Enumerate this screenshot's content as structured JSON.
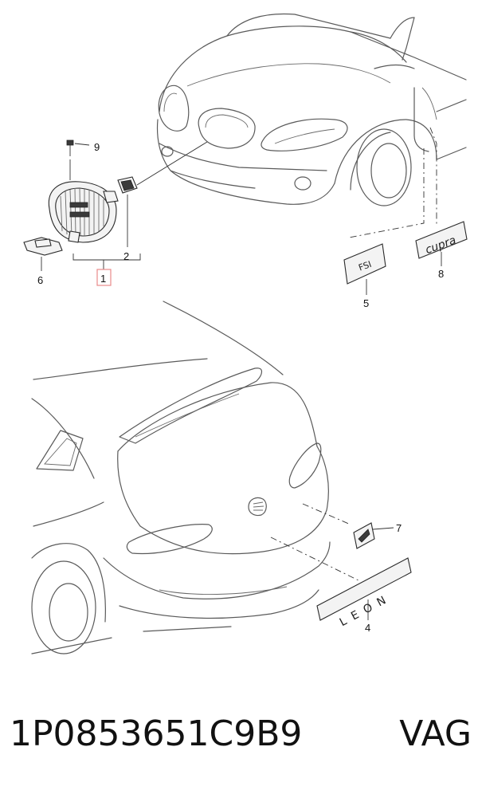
{
  "callouts": {
    "c1": "1",
    "c2": "2",
    "c4": "4",
    "c5": "5",
    "c6": "6",
    "c7": "7",
    "c8": "8",
    "c9": "9"
  },
  "badges": {
    "fsi": "FSI",
    "cupra": "cupra",
    "leon": "L E O N"
  },
  "footer": {
    "part_number": "1P0853651C9B9",
    "brand": "VAG"
  },
  "colors": {
    "highlight_box": "#e88a8a",
    "line": "#333333"
  }
}
